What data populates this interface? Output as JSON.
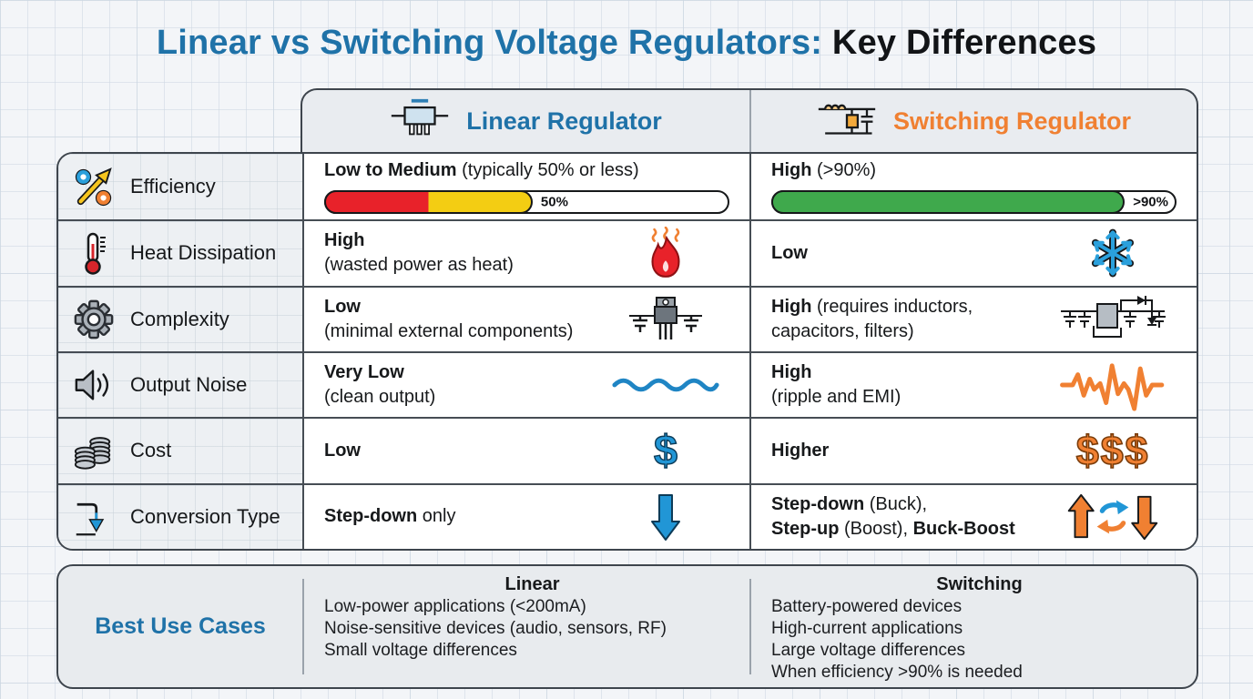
{
  "title": {
    "part1": "Linear vs Switching Voltage Regulators:",
    "part2": " Key Differences"
  },
  "colors": {
    "accent_blue": "#1f72a8",
    "accent_orange": "#f08032",
    "bar_red": "#e8222a",
    "bar_yellow": "#f3cd13",
    "bar_green": "#3fa94c",
    "header_bg": "#e9ecf0",
    "attr_col_bg": "#edf0f3",
    "border": "#3e454d"
  },
  "header": {
    "linear": {
      "label": "Linear Regulator",
      "icon": "linear-chip-icon"
    },
    "switching": {
      "label": "Switching Regulator",
      "icon": "switching-circuit-icon"
    }
  },
  "rows": [
    {
      "attribute": "Efficiency",
      "icon": "efficiency-icon",
      "linear": {
        "lines": [
          [
            {
              "t": "Low to Medium",
              "b": true
            },
            {
              "t": " (typically 50% or less)"
            }
          ]
        ],
        "bar": {
          "label": "50%",
          "fill": 51,
          "colors": [
            "#e8222a",
            "#f3cd13"
          ]
        }
      },
      "switching": {
        "lines": [
          [
            {
              "t": "High",
              "b": true
            },
            {
              "t": " (>90%)"
            }
          ]
        ],
        "bar": {
          "label": ">90%",
          "fill": 87,
          "colors": [
            "#3fa94c"
          ]
        }
      }
    },
    {
      "attribute": "Heat Dissipation",
      "icon": "thermometer-icon",
      "linear": {
        "lines": [
          [
            {
              "t": "High",
              "b": true
            }
          ],
          [
            {
              "t": "(wasted power as heat)"
            }
          ]
        ],
        "value_icon": "flame-icon"
      },
      "switching": {
        "lines": [
          [
            {
              "t": "Low",
              "b": true
            }
          ]
        ],
        "value_icon": "snowflake-icon"
      }
    },
    {
      "attribute": "Complexity",
      "icon": "gear-icon",
      "linear": {
        "lines": [
          [
            {
              "t": "Low",
              "b": true
            }
          ],
          [
            {
              "t": "(minimal external components)"
            }
          ]
        ],
        "value_icon": "to220-package-icon"
      },
      "switching": {
        "lines": [
          [
            {
              "t": "High",
              "b": true
            },
            {
              "t": " (requires inductors,"
            }
          ],
          [
            {
              "t": "capacitors, filters)"
            }
          ]
        ],
        "value_icon": "switching-schematic-icon"
      }
    },
    {
      "attribute": "Output Noise",
      "icon": "speaker-icon",
      "linear": {
        "lines": [
          [
            {
              "t": "Very Low",
              "b": true
            }
          ],
          [
            {
              "t": "(clean output)"
            }
          ]
        ],
        "value_icon": "smooth-wave-icon"
      },
      "switching": {
        "lines": [
          [
            {
              "t": "High",
              "b": true
            }
          ],
          [
            {
              "t": "(ripple and EMI)"
            }
          ]
        ],
        "value_icon": "noisy-wave-icon"
      }
    },
    {
      "attribute": "Cost",
      "icon": "coins-icon",
      "linear": {
        "lines": [
          [
            {
              "t": "Low",
              "b": true
            }
          ]
        ],
        "value_icon": "dollar-icon"
      },
      "switching": {
        "lines": [
          [
            {
              "t": "Higher",
              "b": true
            }
          ]
        ],
        "value_icon": "triple-dollar-icon"
      }
    },
    {
      "attribute": "Conversion Type",
      "icon": "step-down-icon",
      "linear": {
        "lines": [
          [
            {
              "t": "Step-down",
              "b": true
            },
            {
              "t": " only"
            }
          ]
        ],
        "value_icon": "down-arrow-icon"
      },
      "switching": {
        "lines": [
          [
            {
              "t": "Step-down",
              "b": true
            },
            {
              "t": " (Buck),"
            }
          ],
          [
            {
              "t": "Step-up",
              "b": true
            },
            {
              "t": " (Boost), "
            },
            {
              "t": "Buck-Boost",
              "b": true
            }
          ]
        ],
        "value_icon": "up-down-cycle-icon"
      }
    }
  ],
  "best_use_cases": {
    "label": "Best Use Cases",
    "linear": {
      "heading": "Linear",
      "items": [
        "Low-power applications (<200mA)",
        "Noise-sensitive devices (audio, sensors, RF)",
        "Small voltage differences"
      ]
    },
    "switching": {
      "heading": "Switching",
      "items": [
        "Battery-powered devices",
        "High-current applications",
        "Large voltage differences",
        "When efficiency >90% is needed"
      ]
    }
  }
}
